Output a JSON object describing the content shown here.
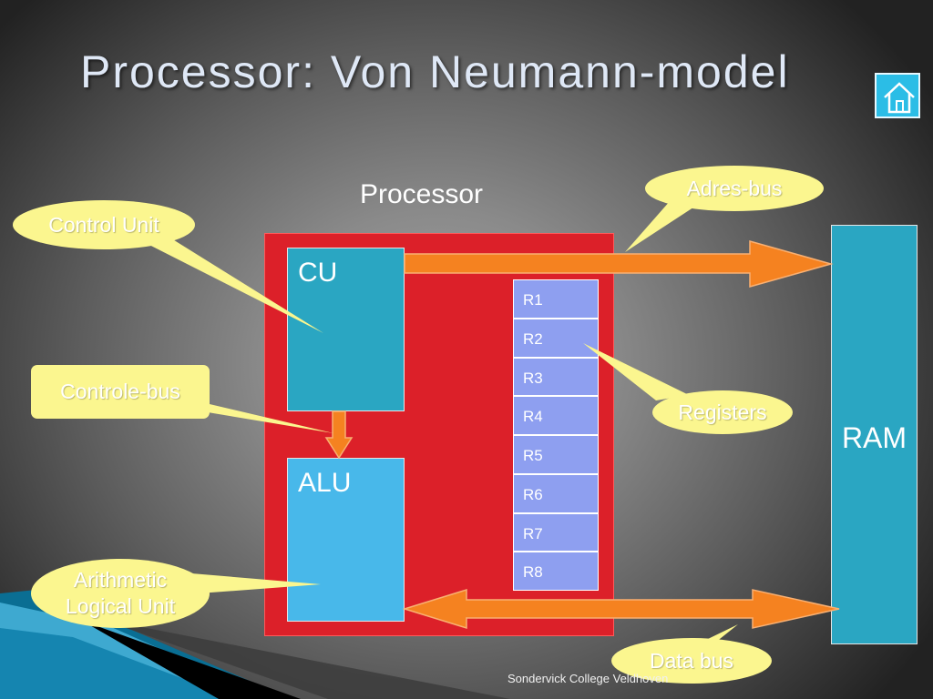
{
  "slide": {
    "title": "Processor: Von Neumann-model",
    "footer": "Sondervick College Veldhoven"
  },
  "icons": {
    "home": "home-icon"
  },
  "diagram": {
    "processor_label": "Processor",
    "cu_label": "CU",
    "alu_label": "ALU",
    "ram_label": "RAM",
    "registers": [
      "R1",
      "R2",
      "R3",
      "R4",
      "R5",
      "R6",
      "R7",
      "R8"
    ]
  },
  "callouts": {
    "control_unit": "Control Unit",
    "controle_bus": "Controle-bus",
    "arithmetic": [
      "Arithmetic",
      "Logical Unit"
    ],
    "adres_bus": "Adres-bus",
    "registers": "Registers",
    "data_bus": "Data bus"
  },
  "colors": {
    "processor": "#dc2029",
    "cu": "#2aa6c2",
    "alu": "#48b8ea",
    "register": "#8e9ff0",
    "ram": "#2aa6c2",
    "arrow": "#f58220",
    "callout": "#fbf68f",
    "home_button": "#2bbde6"
  }
}
